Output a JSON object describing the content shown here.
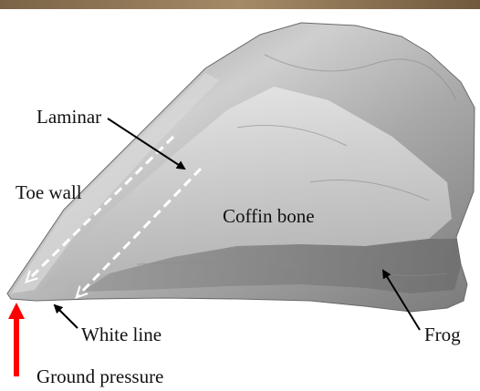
{
  "labels": {
    "laminar": "Laminar",
    "toe_wall": "Toe wall",
    "coffin_bone": "Coffin bone",
    "white_line": "White line",
    "frog": "Frog",
    "ground_pressure": "Ground pressure"
  },
  "colors": {
    "ground_pressure_arrow": "#ff0000",
    "label_arrows": "#000000",
    "dashed_arrow": "#ffffff"
  }
}
